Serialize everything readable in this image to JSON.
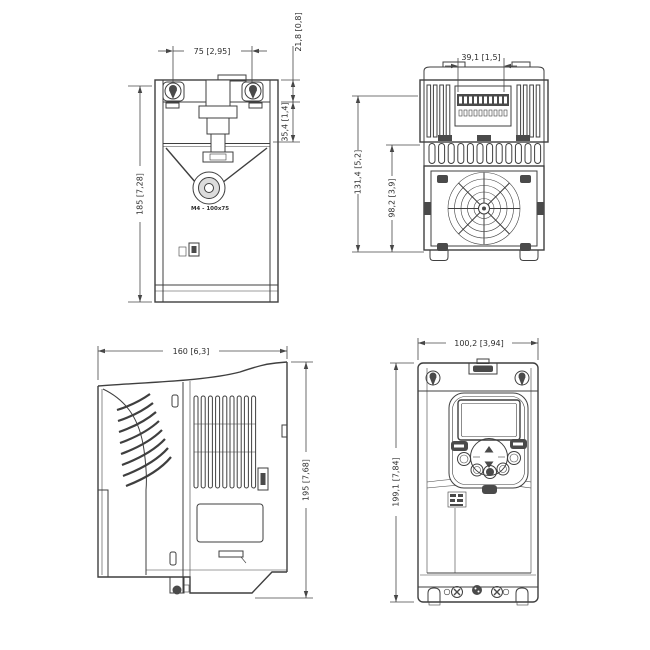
{
  "drawing": {
    "background": "#ffffff",
    "line_color": "#3f3f3f",
    "dark_fill": "#4a4a4a",
    "views": {
      "rear": {
        "dim_mounting_width": "75 [2,95]",
        "dim_top_offset": "21,8 [0,8]",
        "dim_din_offset": "35,4 [1,4]",
        "dim_height": "185 [7,28]",
        "mounting_note": "M4 - 100x75"
      },
      "bottom": {
        "dim_cable_width": "39,1 [1,5]",
        "dim_total_depth": "131,4 [5,2]",
        "dim_body_depth": "98,2 [3,9]"
      },
      "side": {
        "dim_depth": "160 [6,3]",
        "dim_height": "195 [7,68]"
      },
      "front": {
        "dim_width": "100,2 [3,94]",
        "dim_height": "199,1 [7,84]"
      }
    }
  }
}
